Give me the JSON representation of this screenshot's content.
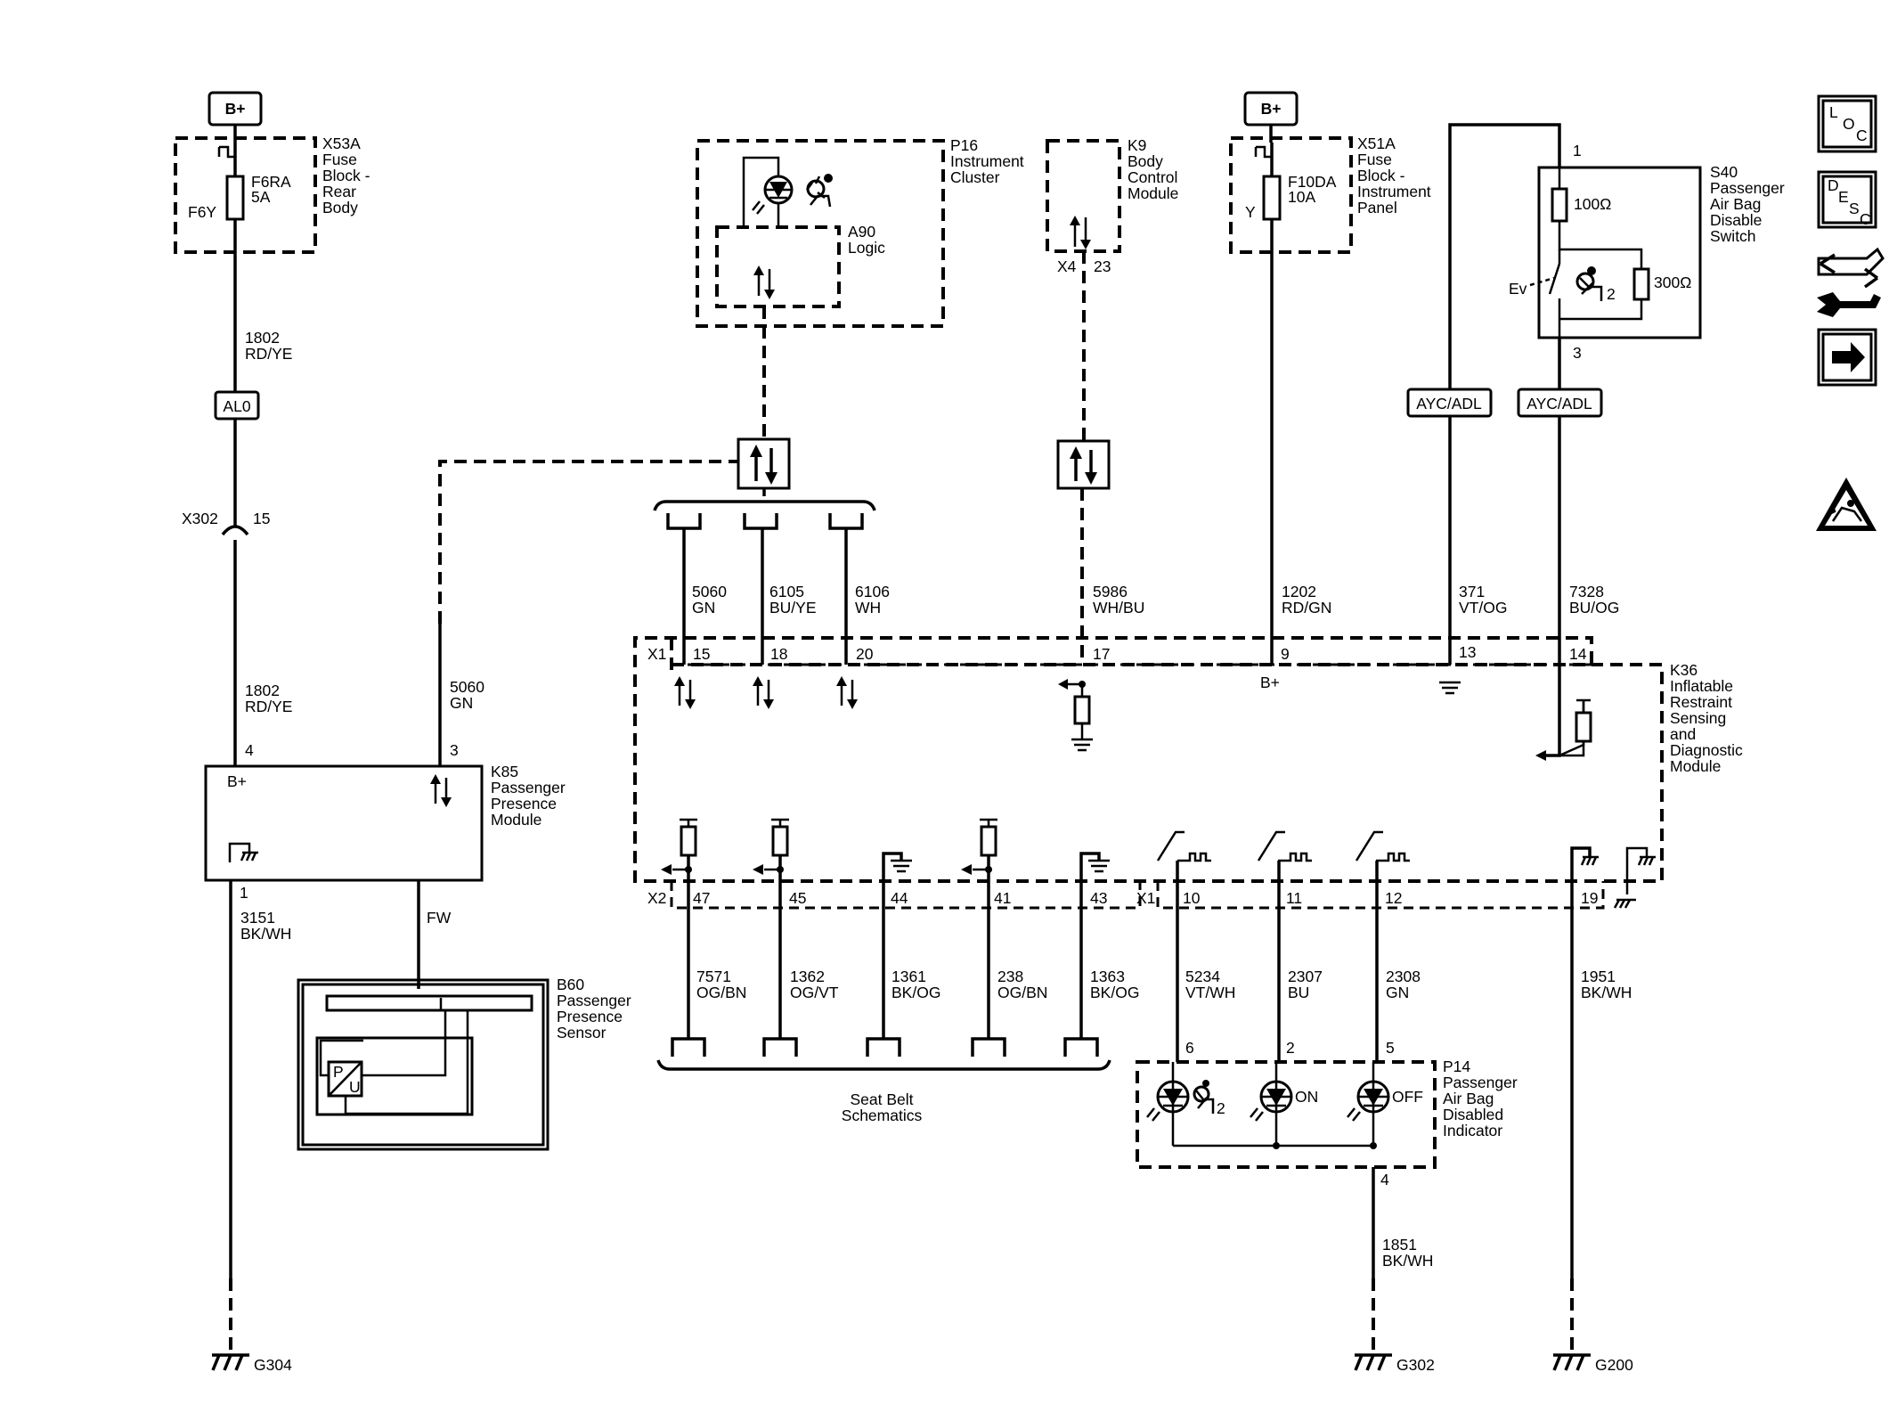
{
  "power": {
    "bplus_left": "B+",
    "bplus_right": "B+"
  },
  "x53a": {
    "name": "X53A",
    "desc": [
      "Fuse",
      "Block -",
      "Rear",
      "Body"
    ],
    "fuse_name": "F6RA",
    "fuse_rating": "5A",
    "fuse_id": "F6Y"
  },
  "x51a": {
    "name": "X51A",
    "desc": [
      "Fuse",
      "Block -",
      "Instrument",
      "Panel"
    ],
    "fuse_name": "F10DA",
    "fuse_rating": "10A",
    "fuse_id": "Y"
  },
  "p16": {
    "name": "P16",
    "desc": [
      "Instrument",
      "Cluster"
    ],
    "logic_name": "A90",
    "logic_desc": "Logic"
  },
  "k9": {
    "name": "K9",
    "desc": [
      "Body",
      "Control",
      "Module"
    ],
    "connector": "X4",
    "pin": "23"
  },
  "s40": {
    "name": "S40",
    "desc": [
      "Passenger",
      "Air Bag",
      "Disable",
      "Switch"
    ],
    "pin_top": "1",
    "pin_bottom": "3",
    "r1": "100Ω",
    "r2": "300Ω",
    "ev": "Ev",
    "seat_num": "2"
  },
  "left_circuit": {
    "wire1_num": "1802",
    "wire1_color": "RD/YE",
    "splice": "AL0",
    "conn": "X302",
    "conn_pin": "15",
    "wire2_num": "1802",
    "wire2_color": "RD/YE",
    "wire3_num": "5060",
    "wire3_color": "GN",
    "pin4": "4",
    "pin3": "3",
    "pin1": "1",
    "ground_wire_num": "3151",
    "ground_wire_color": "BK/WH",
    "fw": "FW",
    "ground": "G304"
  },
  "k85": {
    "name": "K85",
    "desc": [
      "Passenger",
      "Presence",
      "Module"
    ],
    "bplus": "B+"
  },
  "b60": {
    "name": "B60",
    "desc": [
      "Passenger",
      "Presence",
      "Sensor"
    ],
    "p": "P",
    "u": "U"
  },
  "top_wires": [
    {
      "num": "5060",
      "color": "GN"
    },
    {
      "num": "6105",
      "color": "BU/YE"
    },
    {
      "num": "6106",
      "color": "WH"
    },
    {
      "num": "5986",
      "color": "WH/BU"
    },
    {
      "num": "1202",
      "color": "RD/GN"
    },
    {
      "num": "371",
      "color": "VT/OG"
    },
    {
      "num": "7328",
      "color": "BU/OG"
    }
  ],
  "splices": {
    "ayc1": "AYC/ADL",
    "ayc2": "AYC/ADL"
  },
  "k36": {
    "name": "K36",
    "desc": [
      "Inflatable",
      "Restraint",
      "Sensing",
      "and",
      "Diagnostic",
      "Module"
    ],
    "x1_label": "X1",
    "x1_pins": [
      "15",
      "18",
      "20",
      "17",
      "9",
      "13",
      "14"
    ],
    "bplus": "B+",
    "x2_label": "X2",
    "x2_pins": [
      "47",
      "45",
      "44",
      "41",
      "43"
    ],
    "x1b_label": "X1",
    "x1b_pins": [
      "10",
      "11",
      "12",
      "19"
    ]
  },
  "bottom_wires": [
    {
      "num": "7571",
      "color": "OG/BN"
    },
    {
      "num": "1362",
      "color": "OG/VT"
    },
    {
      "num": "1361",
      "color": "BK/OG"
    },
    {
      "num": "238",
      "color": "OG/BN"
    },
    {
      "num": "1363",
      "color": "BK/OG"
    },
    {
      "num": "5234",
      "color": "VT/WH"
    },
    {
      "num": "2307",
      "color": "BU"
    },
    {
      "num": "2308",
      "color": "GN"
    },
    {
      "num": "1951",
      "color": "BK/WH"
    }
  ],
  "seat_belt": {
    "line1": "Seat Belt",
    "line2": "Schematics"
  },
  "p14": {
    "name": "P14",
    "desc": [
      "Passenger",
      "Air Bag",
      "Disabled",
      "Indicator"
    ],
    "pins": [
      "6",
      "2",
      "5"
    ],
    "pin_ground": "4",
    "on": "ON",
    "off": "OFF",
    "seat_num": "2"
  },
  "bottom_right": {
    "wire_num": "1851",
    "wire_color": "BK/WH",
    "ground_g302": "G302",
    "ground_g200": "G200"
  },
  "side_icons": {
    "loc": [
      "L",
      "O",
      "C"
    ],
    "desc": [
      "D",
      "E",
      "S",
      "C"
    ]
  }
}
